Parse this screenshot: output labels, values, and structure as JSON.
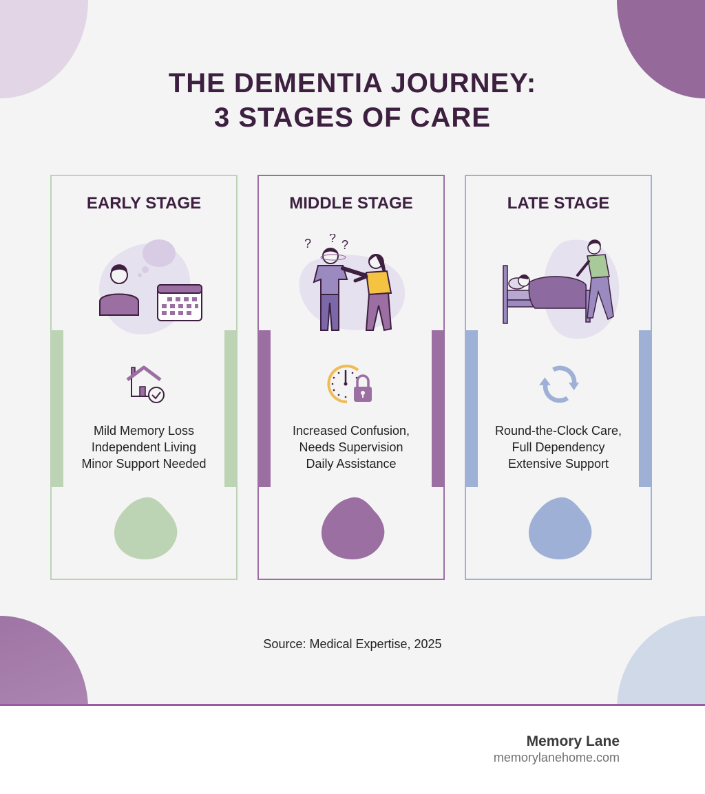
{
  "title": {
    "line1": "THE DEMENTIA JOURNEY:",
    "line2": "3 STAGES OF CARE"
  },
  "colors": {
    "title": "#3d1f40",
    "early": "#bcd3b4",
    "middle": "#9b6fa1",
    "late": "#9eb0d6",
    "accent_divider": "#9b5aa4"
  },
  "stages": [
    {
      "heading": "EARLY STAGE",
      "illustration": "person-with-thought-bubble-and-calendar",
      "icon": "house-check-icon",
      "lines": [
        "Mild Memory Loss",
        "Independent Living",
        "Minor Support Needed"
      ]
    },
    {
      "heading": "MIDDLE STAGE",
      "illustration": "confused-person-with-caregiver",
      "icon": "clock-lock-icon",
      "lines": [
        "Increased Confusion,",
        "Needs Supervision",
        "Daily Assistance"
      ]
    },
    {
      "heading": "LATE STAGE",
      "illustration": "caregiver-at-bedside",
      "icon": "refresh-cycle-icon",
      "lines": [
        "Round-the-Clock Care,",
        "Full Dependency",
        "Extensive Support"
      ]
    }
  ],
  "source": "Source: Medical Expertise, 2025",
  "footer": {
    "brand": "Memory Lane",
    "url": "memorylanehome.com"
  }
}
